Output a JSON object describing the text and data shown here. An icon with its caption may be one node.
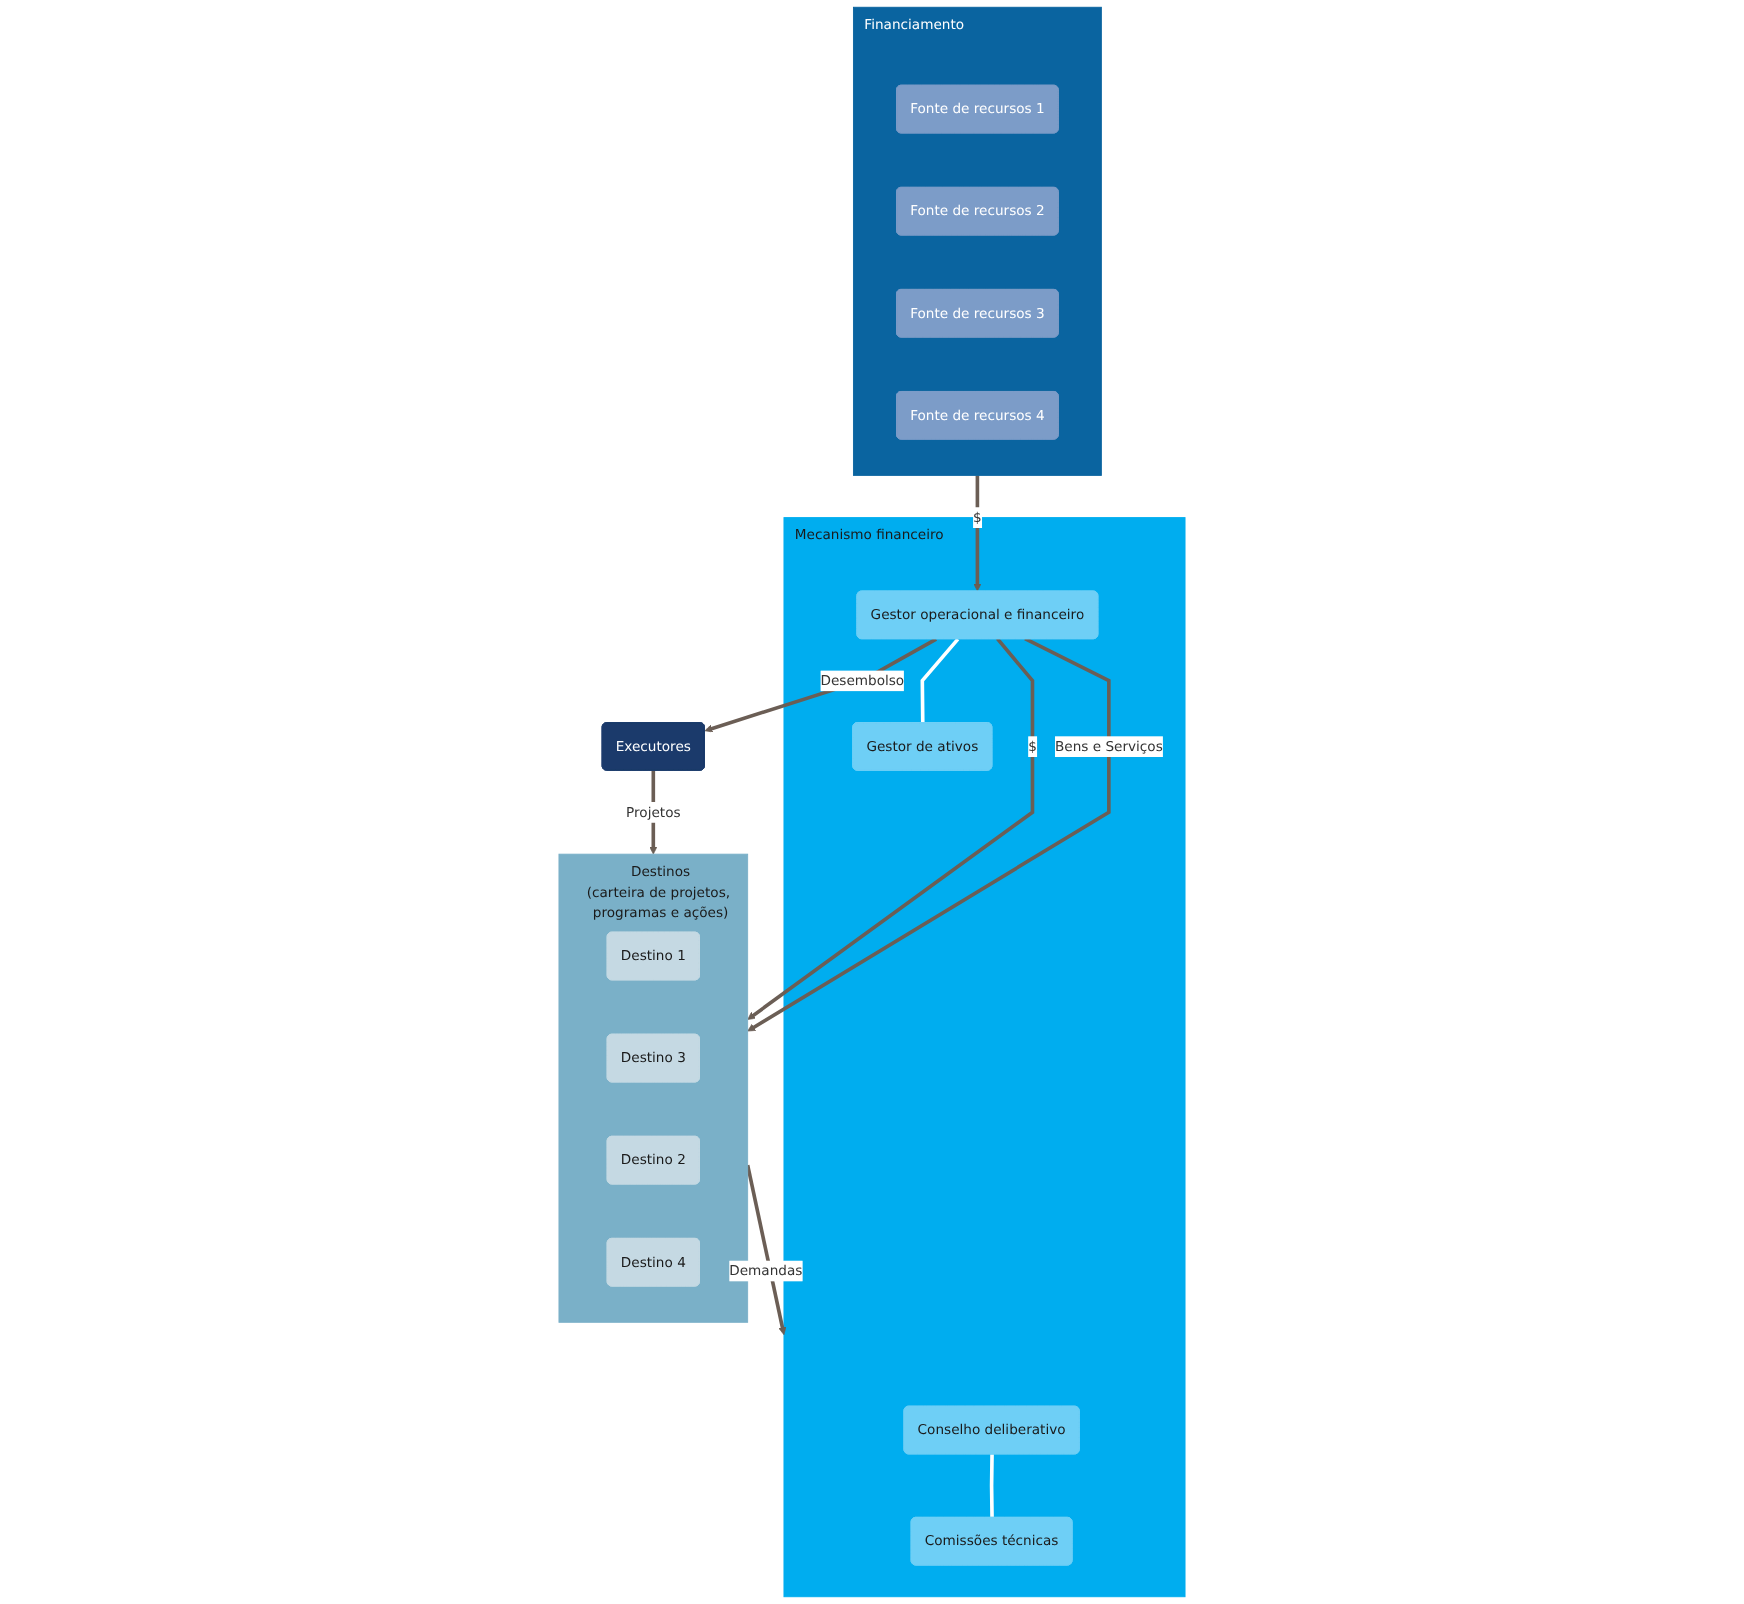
{
  "diagram": {
    "nodes": [
      {
        "text": [
          "Financiamento"
        ]
      },
      {
        "text": [
          "Fonte de recursos 1"
        ],
        "in": 0
      },
      {
        "text": [
          "Fonte de recursos 2"
        ],
        "in": 0
      },
      {
        "text": [
          "Fonte de recursos 3"
        ],
        "in": 0
      },
      {
        "text": [
          "Fonte de recursos 4"
        ],
        "in": 0
      },
      {
        "text": [
          "Mecanismo financeiro"
        ]
      },
      {
        "text": [
          "Conselho deliberativo"
        ],
        "in": 5
      },
      {
        "text": [
          "Gestor operacional e financeiro"
        ],
        "in": 5
      },
      {
        "text": [
          "Comissões técnicas"
        ],
        "in": 5
      },
      {
        "text": [
          "Gestor de ativos"
        ],
        "in": 5
      },
      {
        "text": [
          "Executores"
        ]
      },
      {
        "text": [
          "Destinos",
          "(carteira de projetos, programas e ações)"
        ]
      },
      {
        "text": [
          "Destino 1"
        ],
        "in": 11
      },
      {
        "text": [
          "Destino 3"
        ],
        "in": 11
      },
      {
        "text": [
          "Destino 2"
        ],
        "in": 11
      },
      {
        "text": [
          "Destino 4"
        ],
        "in": 11
      }
    ],
    "edges": [
      {
        "from": 0,
        "to": 7,
        "arrow": "to",
        "label": "$"
      },
      {
        "from": 6,
        "to": 8,
        "arrow": "none",
        "color": "#ffffff"
      },
      {
        "from": 7,
        "to": 9,
        "arrow": "none",
        "color": "#ffffff"
      },
      {
        "from": 11,
        "to": 5,
        "arrow": "to",
        "label": "Demandas"
      },
      {
        "from": 7,
        "to": 11,
        "arrow": "to",
        "label": "$"
      },
      {
        "from": 7,
        "to": 11,
        "arrow": "to",
        "label": "Bens e Serviços"
      },
      {
        "from": 7,
        "to": 10,
        "arrow": "to",
        "label": "Desembolso"
      },
      {
        "from": 10,
        "to": 11,
        "arrow": "to",
        "label": "Projetos"
      }
    ]
  }
}
